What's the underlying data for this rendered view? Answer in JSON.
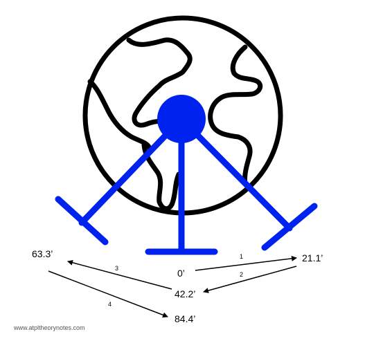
{
  "diagram": {
    "distances": {
      "origin": "0’",
      "first": "21.1’",
      "second": "42.2’",
      "third": "63.3’",
      "fourth": "84.4’"
    },
    "steps": {
      "one": "1",
      "two": "2",
      "three": "3",
      "four": "4"
    },
    "credit": "www.atpltheorynotes.com",
    "colors": {
      "globe_outline": "#000000",
      "aerial": "#0022ee",
      "arrows": "#000000"
    }
  }
}
